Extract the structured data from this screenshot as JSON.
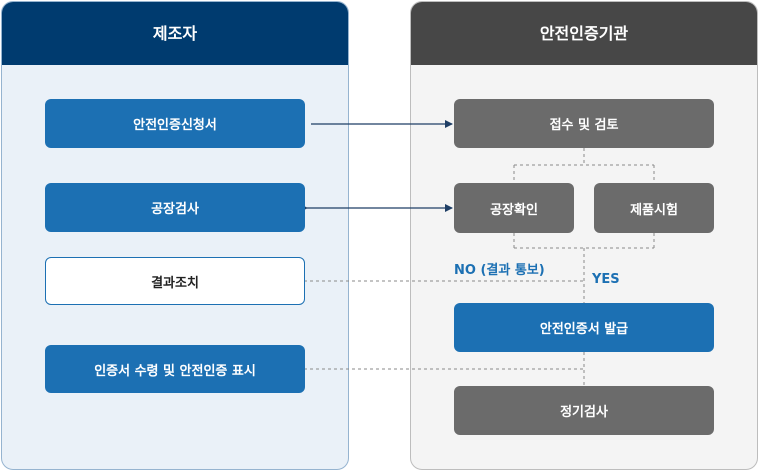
{
  "left_panel": {
    "title": "제조자",
    "steps": {
      "application": "안전인증신청서",
      "factory_inspection": "공장검사",
      "result_action": "결과조치",
      "receipt_display": "인증서 수령 및 안전인증 표시"
    }
  },
  "right_panel": {
    "title": "안전인증기관",
    "steps": {
      "reception": "접수 및 검토",
      "factory_check": "공장확인",
      "product_test": "제품시험",
      "issue_certificate": "안전인증서 발급",
      "regular_inspection": "정기검사"
    }
  },
  "labels": {
    "no": "NO (결과 통보)",
    "yes": "YES"
  },
  "colors": {
    "manufacturer_header": "#003b6f",
    "agency_header": "#474747",
    "blue_step": "#1c70b3",
    "gray_step": "#6b6b6b"
  }
}
